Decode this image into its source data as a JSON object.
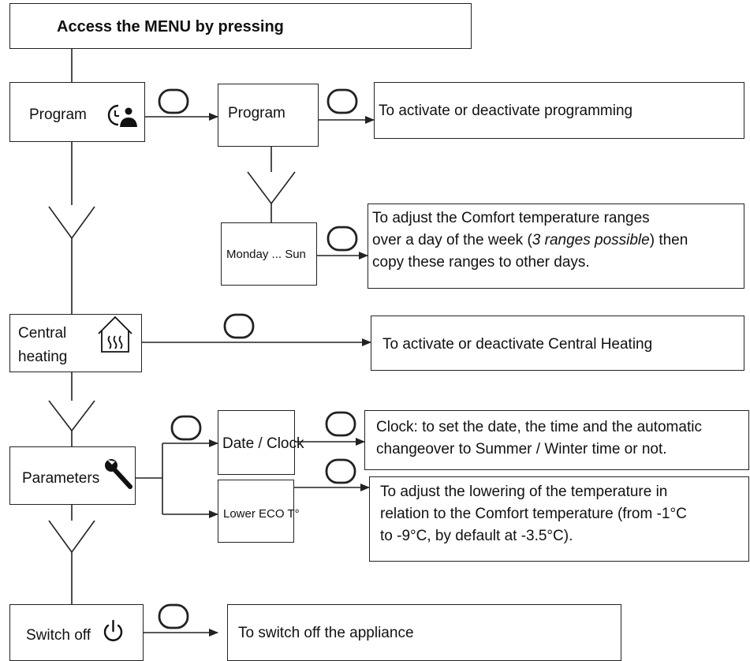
{
  "header": {
    "prefix": "Access the ",
    "menu": "MENU",
    "suffix": " by pressing"
  },
  "menu": {
    "program": "Program",
    "central_heating_1": "Central",
    "central_heating_2": "heating",
    "parameters": "Parameters",
    "switch_off": "Switch off"
  },
  "submenu": {
    "program": "Program",
    "monday_sun": "Monday ... Sun",
    "date_clock": "Date / Clock",
    "lower_eco": "Lower ECO T°"
  },
  "descriptions": {
    "program": "To activate or deactivate programming",
    "ranges_line1": "To adjust the Comfort temperature ranges",
    "ranges_line2a": "over a day of the week (",
    "ranges_line2i": "3 ranges possible",
    "ranges_line2b": ") then",
    "ranges_line3": "copy these ranges to other days.",
    "central_heating": "To activate or deactivate Central Heating",
    "clock_line1": "Clock: to set the date, the time and the automatic",
    "clock_line2": "changeover to Summer / Winter time or not.",
    "eco_line1": "To adjust the lowering of the temperature in",
    "eco_line2": "relation to the Comfort temperature (from -1°C",
    "eco_line3": "to -9°C, by default at -3.5°C).",
    "switch_off": "To switch off the appliance"
  },
  "icons": [
    "button-icon",
    "program-clock-person-icon",
    "house-heating-icon",
    "wrench-icon",
    "power-icon",
    "chevron-down-icon",
    "arrow-right-icon"
  ],
  "colors": {
    "line": "#222222",
    "icon": "#111111"
  }
}
